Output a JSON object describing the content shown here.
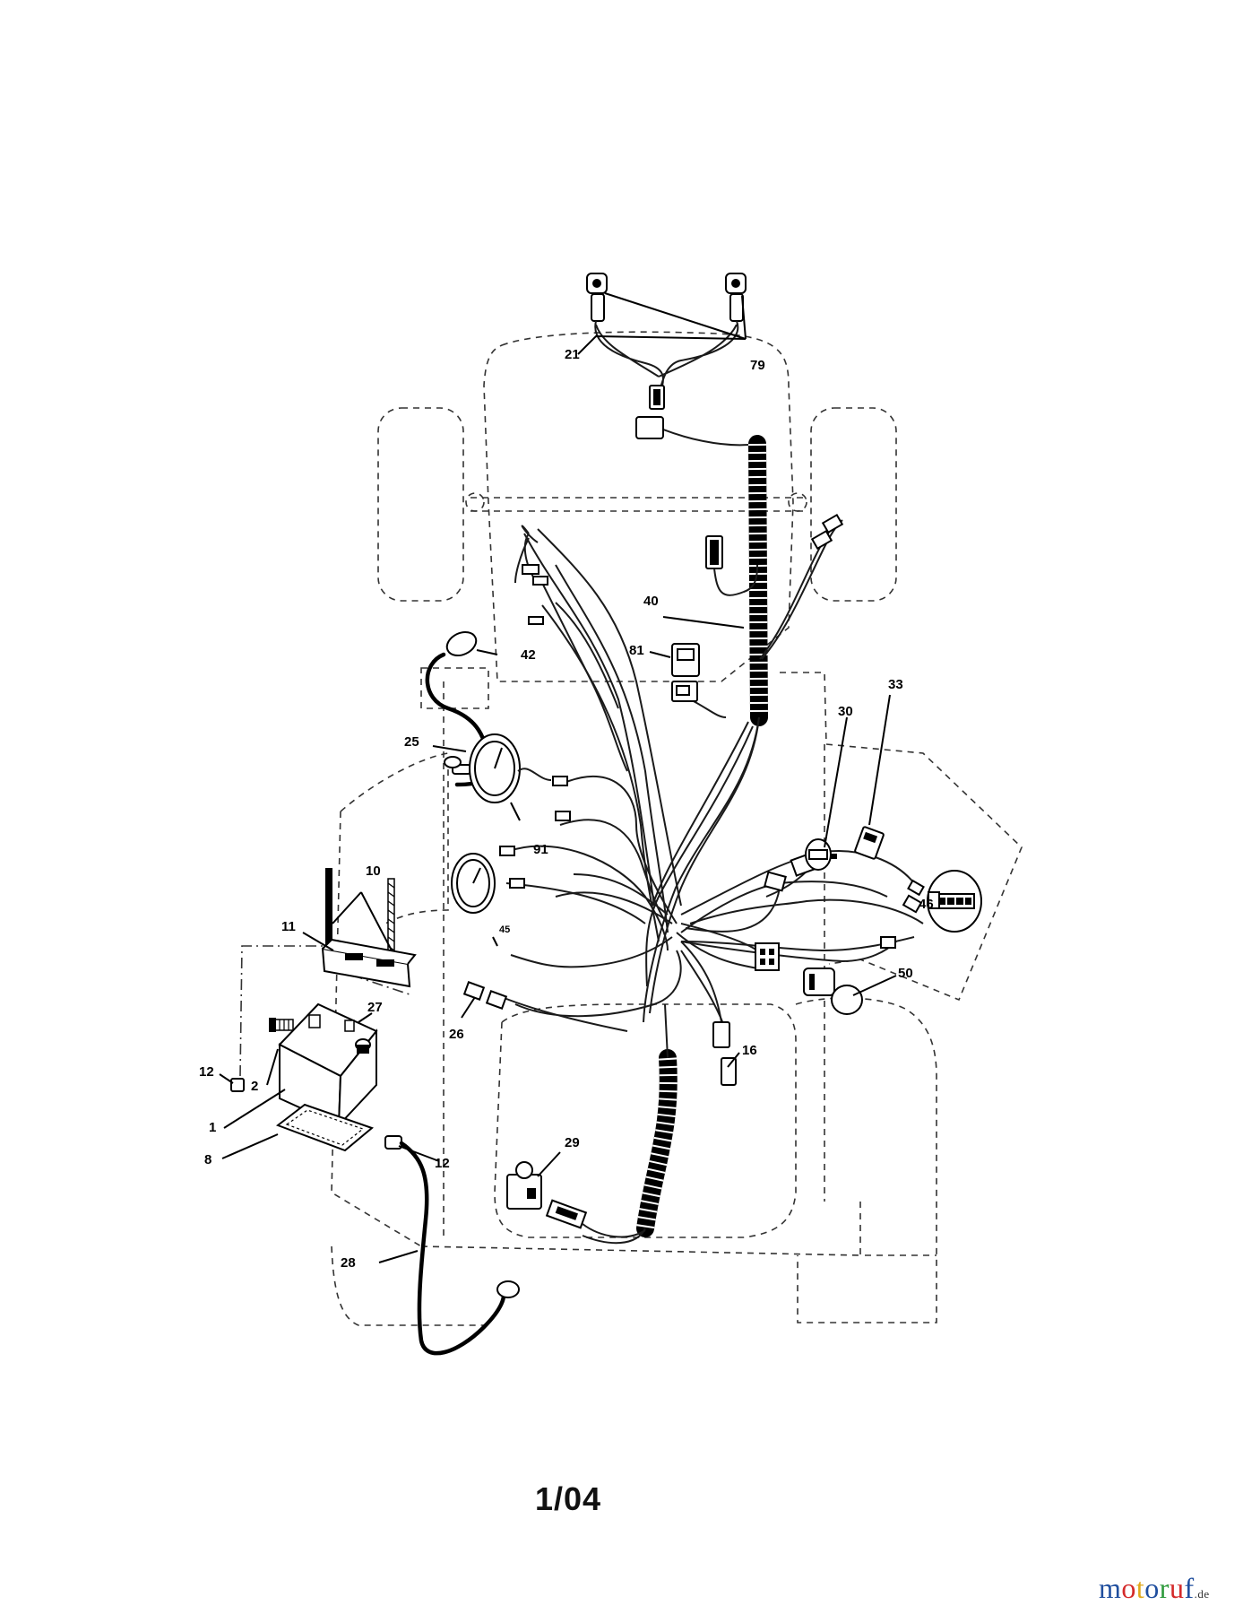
{
  "callouts": {
    "c21": "21",
    "c79": "79",
    "c40": "40",
    "c81": "81",
    "c42": "42",
    "c25": "25",
    "c33": "33",
    "c30": "30",
    "c91": "91",
    "c10": "10",
    "c11": "11",
    "c45": "45",
    "c46": "46",
    "c50": "50",
    "c27": "27",
    "c26": "26",
    "c12a": "12",
    "c2": "2",
    "c1": "1",
    "c16": "16",
    "c29": "29",
    "c8": "8",
    "c12b": "12",
    "c28": "28"
  },
  "footer": {
    "code": "1/04"
  },
  "watermark": {
    "letters": [
      {
        "ch": "m",
        "color": "#1f4e9e"
      },
      {
        "ch": "o",
        "color": "#d42a2a"
      },
      {
        "ch": "t",
        "color": "#e0a81b"
      },
      {
        "ch": "o",
        "color": "#1f4e9e"
      },
      {
        "ch": "r",
        "color": "#2e9a3c"
      },
      {
        "ch": "u",
        "color": "#d42a2a"
      },
      {
        "ch": "f",
        "color": "#1f4e9e"
      }
    ],
    "tld": ".de"
  }
}
